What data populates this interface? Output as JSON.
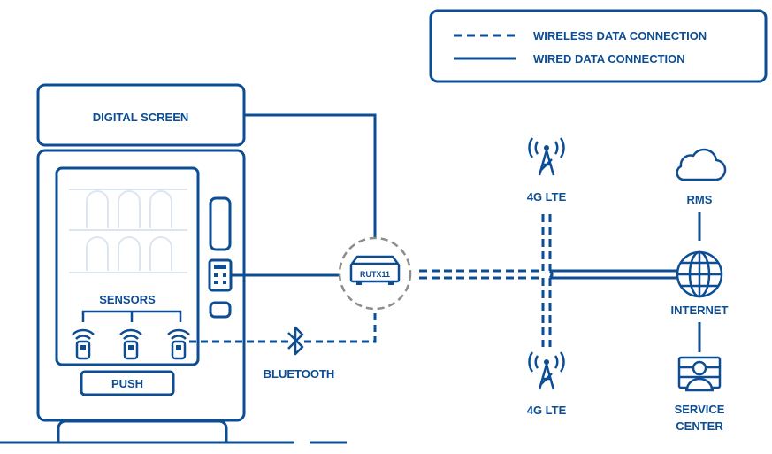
{
  "legend": {
    "wireless_label": "WIRELESS DATA CONNECTION",
    "wired_label": "WIRED DATA CONNECTION"
  },
  "vending_machine": {
    "screen_label": "DIGITAL SCREEN",
    "sensors_label": "SENSORS",
    "push_label": "PUSH"
  },
  "router_label": "RUTX11",
  "bluetooth_label": "BLUETOOTH",
  "towers": {
    "top_label": "4G LTE",
    "bottom_label": "4G LTE"
  },
  "rms_label": "RMS",
  "internet_label": "INTERNET",
  "service_center": {
    "line1": "SERVICE",
    "line2": "CENTER"
  },
  "colors": {
    "primary": "#0d4d93",
    "router_ring": "#8c8c8c",
    "product_outline": "#dde6f0"
  },
  "icons": [
    "wifi-sensor-icon",
    "bluetooth-icon",
    "tower-icon",
    "cloud-icon",
    "globe-icon",
    "service-center-icon",
    "router-icon",
    "keypad-icon"
  ]
}
